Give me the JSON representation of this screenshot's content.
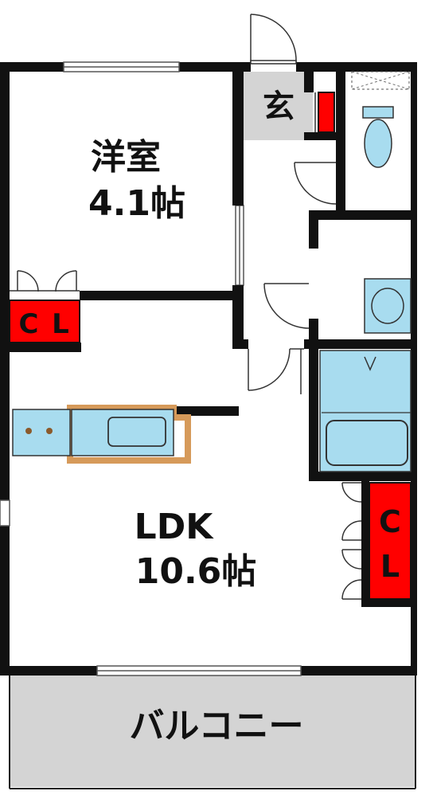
{
  "rooms": {
    "western_room": {
      "name": "洋室",
      "size": "4.1帖"
    },
    "ldk": {
      "name": "LDK",
      "size": "10.6帖"
    },
    "entrance": {
      "name": "玄"
    },
    "balcony": {
      "name": "バルコニー"
    }
  },
  "closets": {
    "left": {
      "c": "C",
      "l": "L"
    },
    "right": {
      "c": "C",
      "l": "L"
    }
  },
  "colors": {
    "wall": "#111111",
    "closet": "#ff0000",
    "fixture": "#a8dcef",
    "counter_outline": "#d69a5a",
    "entrance_floor": "#d4d4d4",
    "balcony_floor": "#d4d4d4"
  }
}
